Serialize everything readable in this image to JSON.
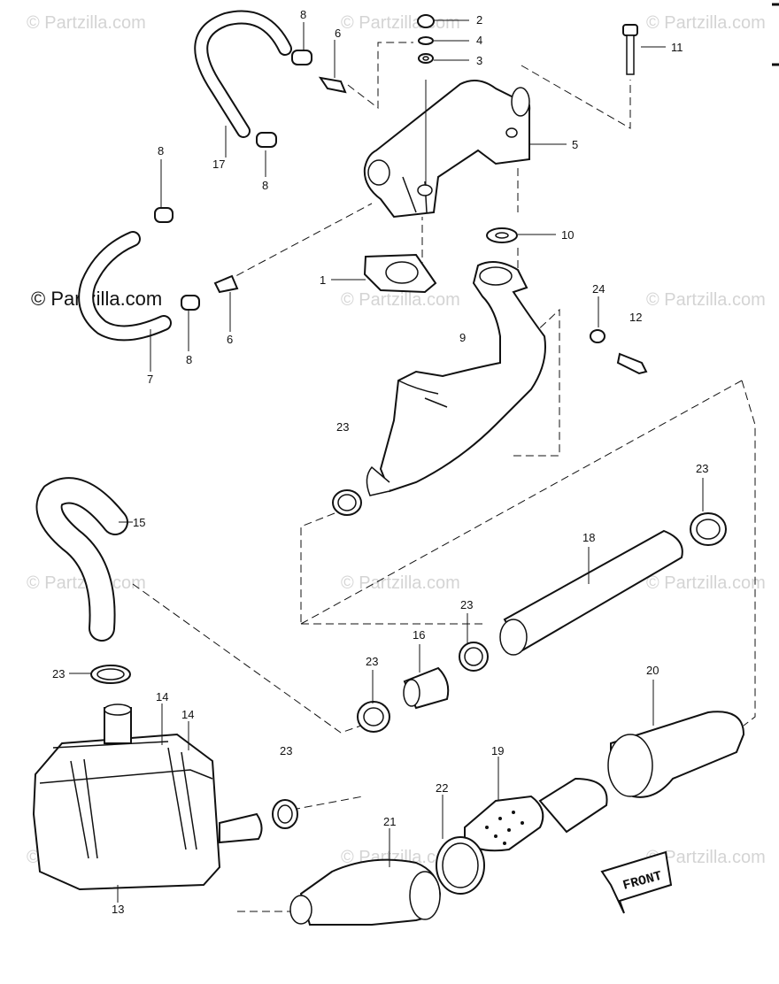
{
  "watermark": "© Partzilla.com",
  "watermark_main": "© Partzilla.com",
  "front_label": "FRONT",
  "callouts": {
    "c1": "1",
    "c2": "2",
    "c3": "3",
    "c4": "4",
    "c5": "5",
    "c6a": "6",
    "c6b": "6",
    "c7": "7",
    "c8a": "8",
    "c8b": "8",
    "c8c": "8",
    "c8d": "8",
    "c9": "9",
    "c10": "10",
    "c11": "11",
    "c12": "12",
    "c13": "13",
    "c14a": "14",
    "c14b": "14",
    "c15": "15",
    "c16": "16",
    "c17": "17",
    "c18": "18",
    "c19": "19",
    "c20": "20",
    "c21": "21",
    "c22": "22",
    "c23a": "23",
    "c23b": "23",
    "c23c": "23",
    "c23d": "23",
    "c23e": "23",
    "c23f": "23",
    "c24": "24"
  },
  "colors": {
    "line": "#111111",
    "watermark": "#d4d4d4",
    "background": "#ffffff"
  }
}
